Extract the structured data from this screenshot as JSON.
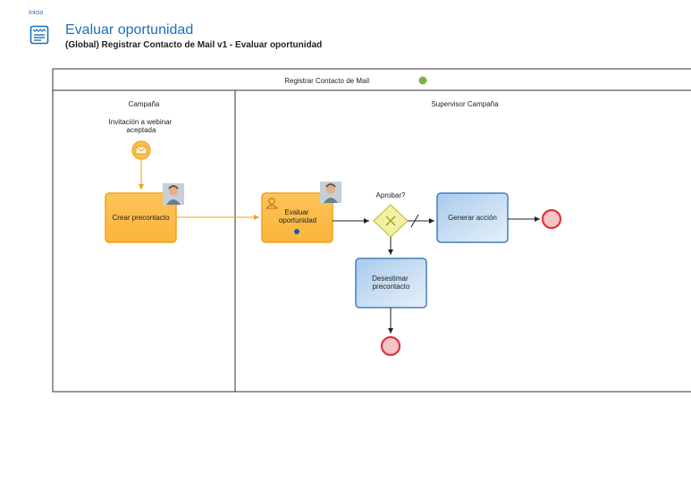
{
  "breadcrumb": "Inicio",
  "page": {
    "icon": "form-icon",
    "title": "Evaluar oportunidad",
    "subtitle": "(Global) Registrar Contacto de Mail v1 - Evaluar oportunidad"
  },
  "pool": {
    "title": "Registrar Contacto de Mail",
    "status_color": "#7cb342"
  },
  "lanes": {
    "left": "Campaña",
    "right": "Supervisor Campaña"
  },
  "events": {
    "start_label_1": "Invitación a webinar",
    "start_label_2": "aceptada"
  },
  "tasks": {
    "crear": "Crear precontacto",
    "evaluar_1": "Evaluar",
    "evaluar_2": "oportunidad",
    "generar": "Generar acción",
    "desestimar_1": "Desestimar",
    "desestimar_2": "precontacto"
  },
  "gateway": {
    "label": "Aprobar?"
  },
  "colors": {
    "accent": "#1a6fc0",
    "task_active_fill": "#fdbf4d",
    "task_active_stroke": "#f0a21b",
    "task_fill": "#bcd8f0",
    "task_stroke": "#3e7fc1",
    "end_event": "#d9363e",
    "gateway_fill": "#f3f0a6",
    "gateway_stroke": "#c9c24a"
  }
}
